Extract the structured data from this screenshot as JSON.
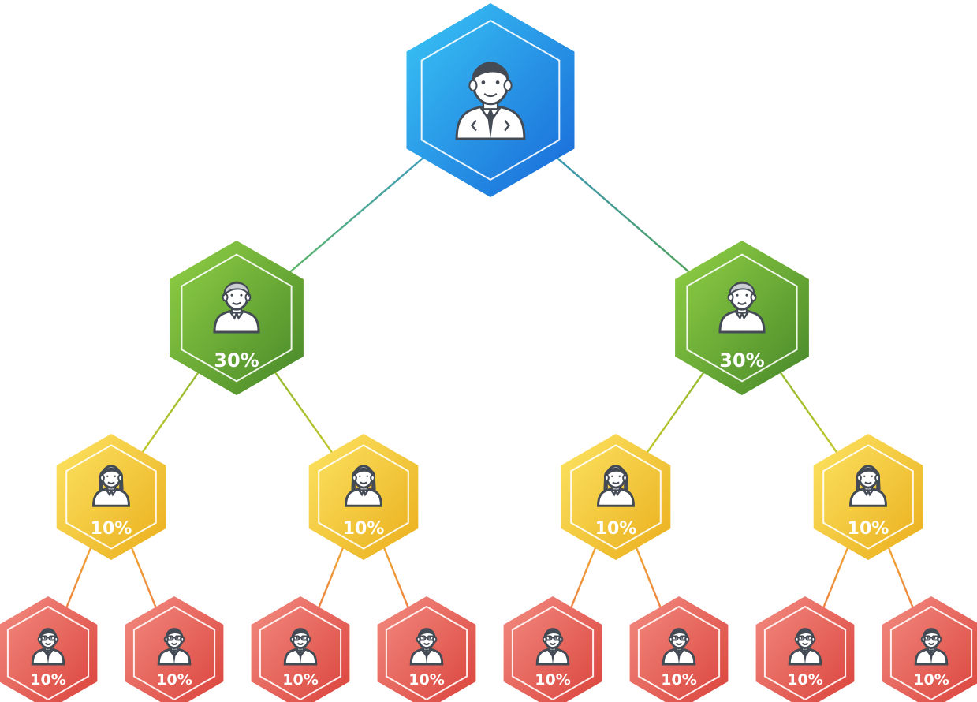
{
  "colors": {
    "blue": "#1a8fe6",
    "green": "#4f9b26",
    "yellow": "#f0c21c",
    "red": "#e24b40"
  },
  "levels": [
    {
      "level": "top",
      "color": "blue",
      "icon": "businessman-icon",
      "label": ""
    },
    {
      "level": "second",
      "color": "green",
      "icon": "man-icon",
      "label": "30%"
    },
    {
      "level": "third",
      "color": "yellow",
      "icon": "woman-icon",
      "label": "10%"
    },
    {
      "level": "fourth",
      "color": "red",
      "icon": "man-glasses-icon",
      "label": "10%"
    }
  ],
  "nodes": {
    "root": {
      "label": ""
    },
    "level2": [
      {
        "label": "30%"
      },
      {
        "label": "30%"
      }
    ],
    "level3": [
      {
        "label": "10%"
      },
      {
        "label": "10%"
      },
      {
        "label": "10%"
      },
      {
        "label": "10%"
      }
    ],
    "level4": [
      {
        "label": "10%"
      },
      {
        "label": "10%"
      },
      {
        "label": "10%"
      },
      {
        "label": "10%"
      },
      {
        "label": "10%"
      },
      {
        "label": "10%"
      },
      {
        "label": "10%"
      },
      {
        "label": "10%"
      }
    ]
  }
}
